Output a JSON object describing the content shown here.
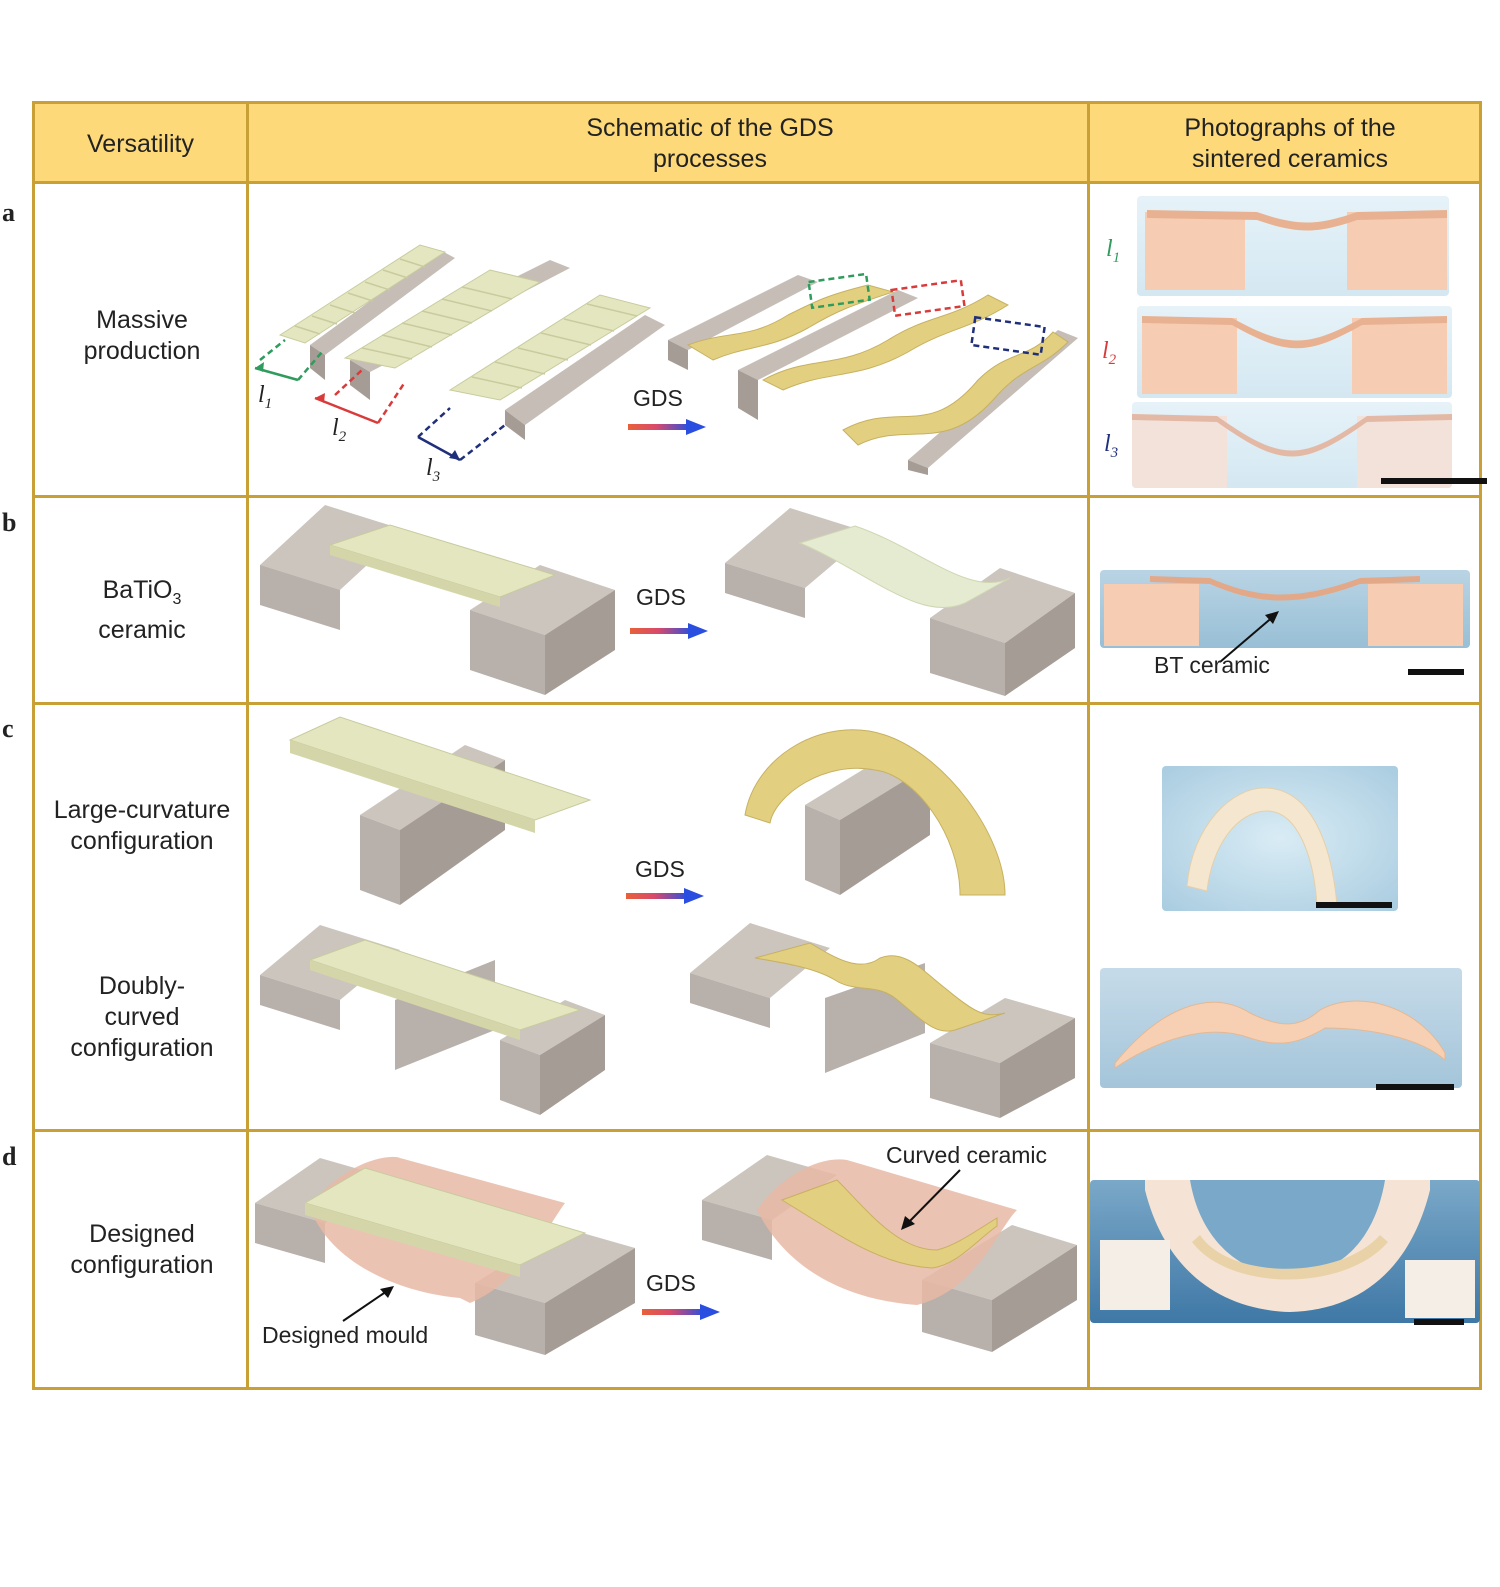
{
  "headers": {
    "col1": "Versatility",
    "col2": "Schematic of the GDS processes",
    "col3": "Photographs of the sintered ceramics"
  },
  "rows": {
    "a": {
      "letter": "a",
      "label": "Massive production"
    },
    "b": {
      "letter": "b",
      "label_prefix": "BaTiO",
      "label_sub": "3",
      "label_suffix": "ceramic"
    },
    "c": {
      "letter": "c",
      "label_top": "Large-curvature configuration",
      "label_bottom": "Doubly-curved configuration"
    },
    "d": {
      "letter": "d",
      "label": "Designed configuration"
    }
  },
  "process_label": "GDS",
  "lengths": {
    "l1": "l",
    "l1_sub": "1",
    "l2": "l",
    "l2_sub": "2",
    "l3": "l",
    "l3_sub": "3"
  },
  "annotations": {
    "bt_ceramic": "BT ceramic",
    "curved_ceramic": "Curved ceramic",
    "designed_mould": "Designed mould"
  },
  "colors": {
    "border": "#c8a035",
    "header": "#fdd97a",
    "mould": "#b8b0aa",
    "green_body": "#e4e6bf",
    "sintered": "#e2cf80",
    "l1": "#2f9b5c",
    "l2": "#d93a3a",
    "l3": "#1f2f7a"
  }
}
